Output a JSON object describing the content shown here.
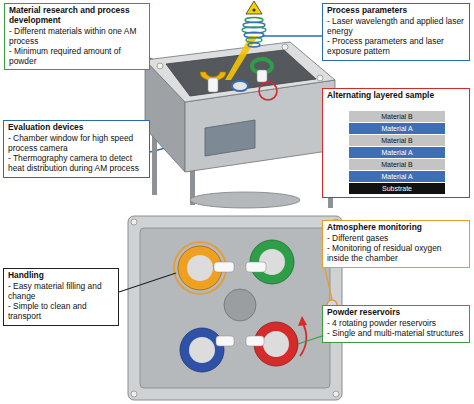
{
  "diagram": {
    "nodes": [
      {
        "text": [
          "Material research and process development",
          "- Different materials within one AM process",
          "- Minimum required amount of powder"
        ]
      },
      {
        "text": [
          "Process parameters",
          "- Laser wavelength and applied laser energy",
          "- Process parameters and laser exposure pattern"
        ]
      },
      {
        "text": [
          "Alternating layered sample"
        ]
      },
      {
        "text": [
          "Material B"
        ],
        "in": 2
      },
      {
        "text": [
          "Material A"
        ],
        "in": 2
      },
      {
        "text": [
          "Material B"
        ],
        "in": 2
      },
      {
        "text": [
          "Material A"
        ],
        "in": 2
      },
      {
        "text": [
          "Material B"
        ],
        "in": 2
      },
      {
        "text": [
          "Material A"
        ],
        "in": 2
      },
      {
        "text": [
          "Substrate"
        ],
        "in": 2
      },
      {
        "text": [
          "Evaluation devices",
          "- Chamber window for high speed process camera",
          "- Thermography camera to detect heat distribution during AM process"
        ]
      },
      {
        "text": [
          "Atmosphere monitoring",
          "- Different gases",
          "- Monitoring of residual oxygen inside the chamber"
        ]
      },
      {
        "text": [
          "Handling",
          "- Easy material filling and change",
          "- Simple to clean and transport"
        ]
      },
      {
        "text": [
          "Powder reservoirs",
          "- 4 rotating powder reservoirs",
          "- Single and multi-material structures"
        ]
      }
    ]
  }
}
